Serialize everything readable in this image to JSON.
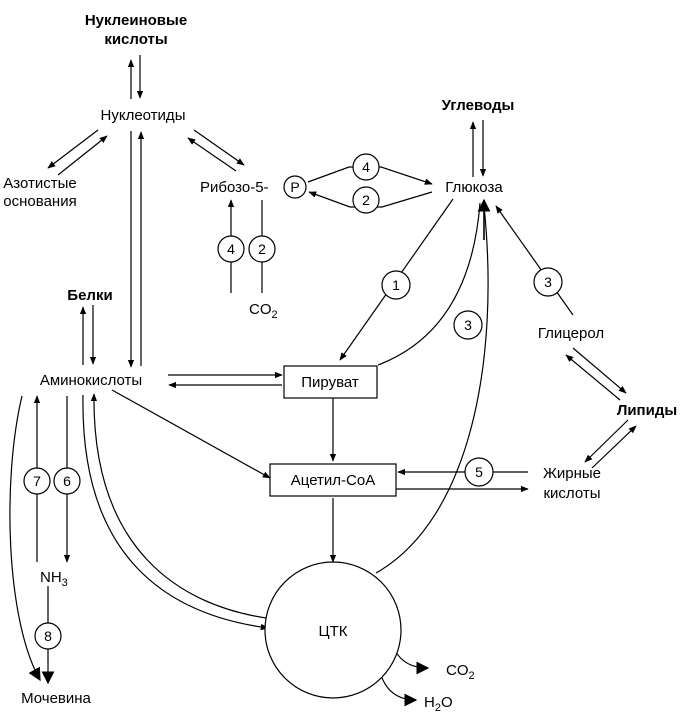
{
  "nodes": {
    "nucleic_acids_line1": "Нуклеиновые",
    "nucleic_acids_line2": "кислоты",
    "nucleotides": "Нуклеотиды",
    "nitrogen_bases_line1": "Азотистые",
    "nitrogen_bases_line2": "основания",
    "ribose_5p": "Рибозо-5-",
    "phosphate": "P",
    "carbohydrates": "Углеводы",
    "glucose": "Глюкоза",
    "proteins": "Белки",
    "amino_acids": "Аминокислоты",
    "pyruvate": "Пируват",
    "acetyl_coa": "Ацетил-СоА",
    "glycerol": "Глицерол",
    "lipids": "Липиды",
    "fatty_acids_line1": "Жирные",
    "fatty_acids_line2": "кислоты",
    "ammonia_base": "NH",
    "ammonia_sub": "3",
    "urea": "Мочевина",
    "tca": "ЦТК",
    "co2_base": "CO",
    "co2_sub": "2",
    "h2o_base1": "H",
    "h2o_sub": "2",
    "h2o_base2": "O"
  },
  "steps": {
    "glucose_ribose_top": "4",
    "glucose_ribose_bottom": "2",
    "ribose_left": "4",
    "ribose_right": "2",
    "glucose_pyruvate": "1",
    "pyruvate_glucose": "3",
    "glycerol_glucose": "3",
    "fatty_acetyl": "5",
    "amino_nh3_up": "7",
    "amino_nh3_down": "6",
    "nh3_urea": "8"
  }
}
